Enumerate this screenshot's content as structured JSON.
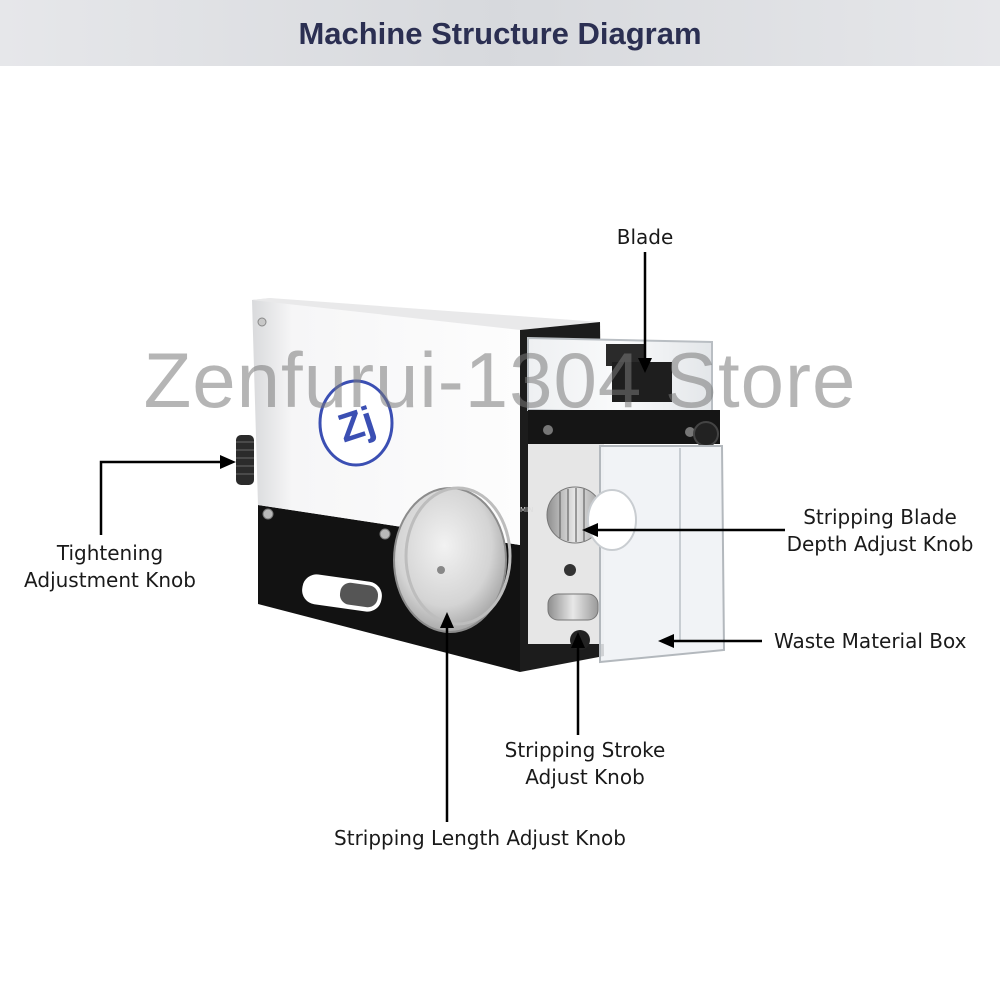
{
  "header": {
    "title": "Machine Structure Diagram"
  },
  "watermark": "Zenfurui-1304 Store",
  "logo_text": "Zj",
  "min_marking": "MIN",
  "labels": {
    "blade": "Blade",
    "tightening_line1": "Tightening",
    "tightening_line2": "Adjustment Knob",
    "depth_line1": "Stripping Blade",
    "depth_line2": "Depth Adjust Knob",
    "waste": "Waste Material Box",
    "stroke_line1": "Stripping Stroke",
    "stroke_line2": "Adjust Knob",
    "length": "Stripping Length Adjust Knob"
  },
  "colors": {
    "header_text": "#2b2f52",
    "logo_blue": "#3b4fb3"
  }
}
